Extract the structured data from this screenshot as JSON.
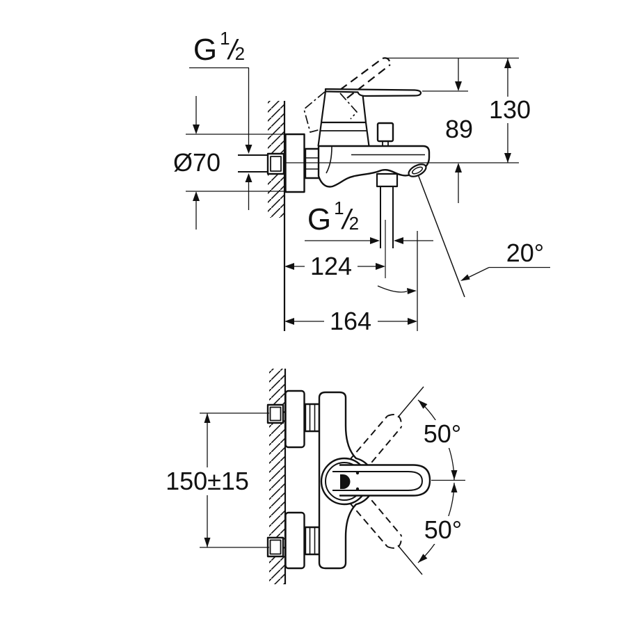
{
  "drawing_type": "faucet-installation-dimension-drawing",
  "labels": {
    "g_top": {
      "g": "G",
      "num": "1",
      "den": "2"
    },
    "dia": "Ø70",
    "h130": "130",
    "h89": "89",
    "g_bottom": {
      "g": "G",
      "num": "1",
      "den": "2"
    },
    "d124": "124",
    "d164": "164",
    "a20": "20°",
    "d150": "150±15",
    "a50_up": "50°",
    "a50_down": "50°"
  },
  "colors": {
    "line": "#111111",
    "background": "#ffffff"
  }
}
